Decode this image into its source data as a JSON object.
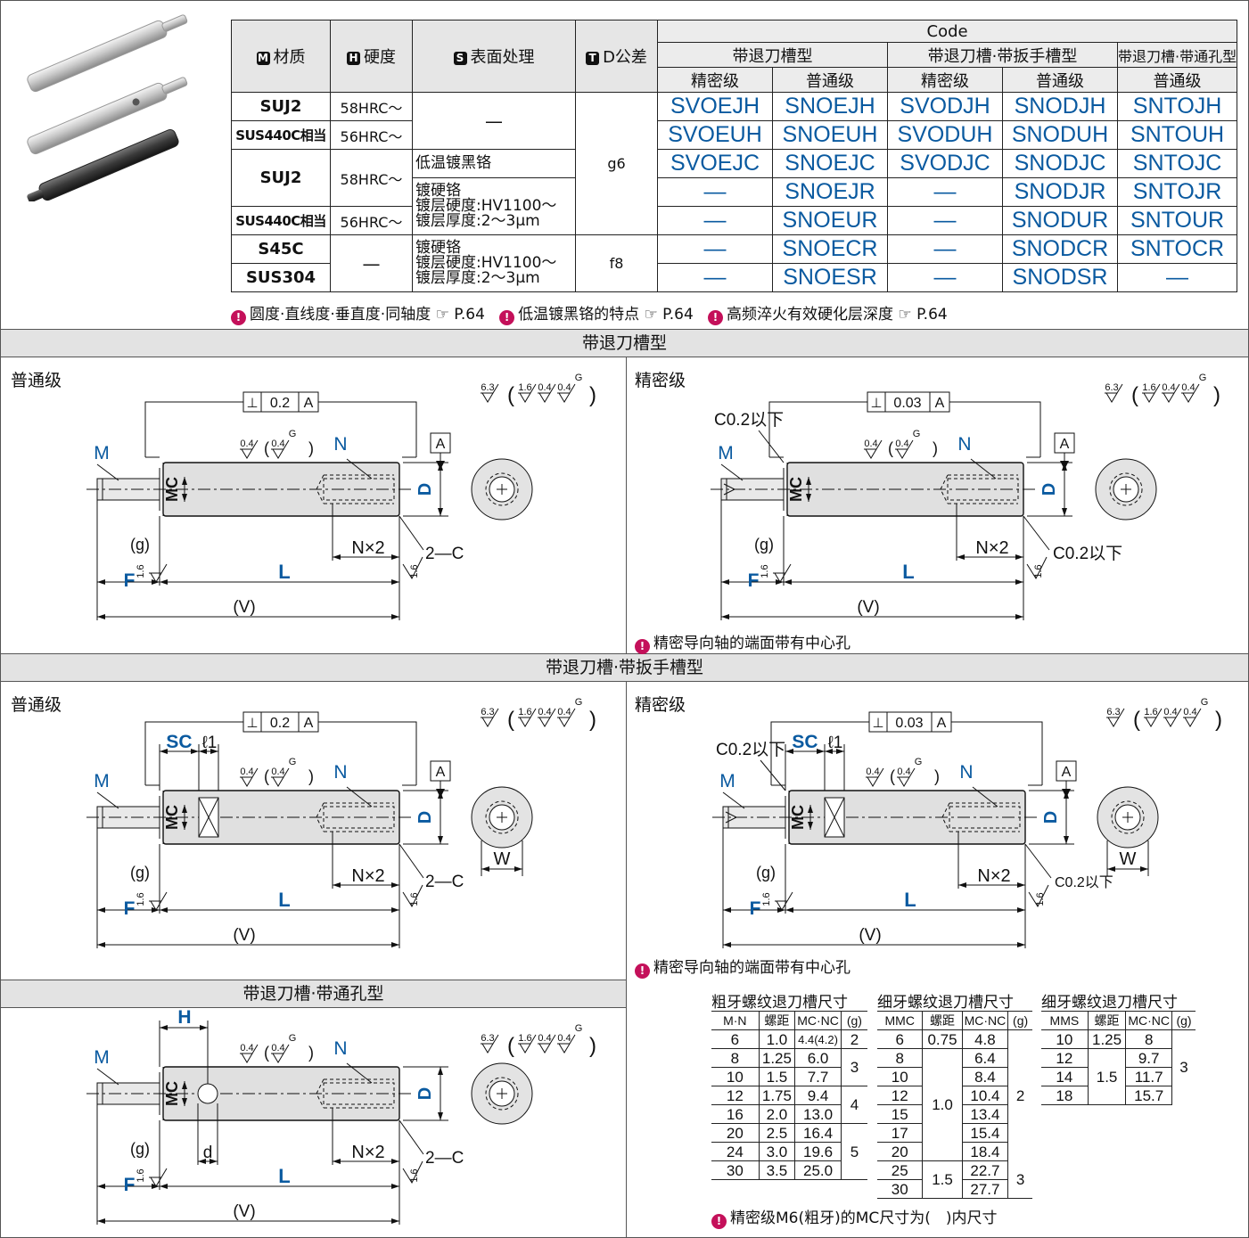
{
  "spec_table": {
    "headers": {
      "material": "材质",
      "hardness": "硬度",
      "surface": "表面处理",
      "tolerance": "D公差",
      "code": "Code",
      "mark_m": "M",
      "mark_h": "H",
      "mark_s": "S",
      "mark_t": "T",
      "types": [
        "带退刀槽型",
        "带退刀槽·带扳手槽型",
        "带退刀槽·带通孔型"
      ],
      "grades": [
        "精密级",
        "普通级",
        "精密级",
        "普通级",
        "普通级"
      ]
    },
    "rows": [
      {
        "material": "SUJ2",
        "hardness": "58HRC～",
        "codes": [
          "SVOEJH",
          "SNOEJH",
          "SVODJH",
          "SNODJH",
          "SNTOJH"
        ]
      },
      {
        "material": "SUS440C相当",
        "hardness": "56HRC～",
        "codes": [
          "SVOEUH",
          "SNOEUH",
          "SVODUH",
          "SNODUH",
          "SNTOUH"
        ]
      },
      {
        "material": "SUJ2",
        "hardness": "58HRC～",
        "codes": [
          "SVOEJC",
          "SNOEJC",
          "SVODJC",
          "SNODJC",
          "SNTOJC"
        ]
      },
      {
        "codes": [
          "—",
          "SNOEJR",
          "—",
          "SNODJR",
          "SNTOJR"
        ]
      },
      {
        "material": "SUS440C相当",
        "hardness": "56HRC～",
        "codes": [
          "—",
          "SNOEUR",
          "—",
          "SNODUR",
          "SNTOUR"
        ]
      },
      {
        "material": "S45C",
        "codes": [
          "—",
          "SNOECR",
          "—",
          "SNODCR",
          "SNTOCR"
        ]
      },
      {
        "material": "SUS304",
        "codes": [
          "—",
          "SNOESR",
          "—",
          "SNODSR",
          "—"
        ]
      }
    ],
    "surface_none": "—",
    "surface_black": "低温镀黑铬",
    "surface_hard": [
      "镀硬铬",
      "镀层硬度:HV1100～",
      "镀层厚度:2～3μm"
    ],
    "hard_none": "—",
    "tol_g6": "g6",
    "tol_f8": "f8"
  },
  "notes_top": [
    "圆度·直线度·垂直度·同轴度 ☞ P.64",
    "低温镀黑铬的特点 ☞ P.64",
    "高频淬火有效硬化层深度 ☞ P.64"
  ],
  "sections": {
    "s1": "带退刀槽型",
    "s2": "带退刀槽·带扳手槽型",
    "s3": "带退刀槽·带通孔型"
  },
  "panels": {
    "normal": "普通级",
    "precision": "精密级"
  },
  "note_center": "精密导向轴的端面带有中心孔",
  "labels": {
    "M": "M",
    "N": "N",
    "D": "D",
    "MC": "MC",
    "F": "F",
    "L": "L",
    "V": "(V)",
    "g": "(g)",
    "NX2": "N×2",
    "twoC": "2—C",
    "A": "A",
    "perp02": "0.2",
    "perp003": "0.03",
    "C02": "C0.2以下",
    "SC": "SC",
    "l1": "ℓ1",
    "W": "W",
    "H": "H",
    "d": "d",
    "r63": "6.3",
    "r16": "1.6",
    "r04": "0.4",
    "G": "G"
  },
  "thread_tables": {
    "coarse": {
      "title": "粗牙螺纹退刀槽尺寸",
      "head": [
        "M·N",
        "螺距",
        "MC·NC",
        "(g)"
      ],
      "rows": [
        [
          "6",
          "1.0",
          "4.4(4.2)"
        ],
        [
          "8",
          "1.25",
          "6.0"
        ],
        [
          "10",
          "1.5",
          "7.7"
        ],
        [
          "12",
          "1.75",
          "9.4"
        ],
        [
          "16",
          "2.0",
          "13.0"
        ],
        [
          "20",
          "2.5",
          "16.4"
        ],
        [
          "24",
          "3.0",
          "19.6"
        ],
        [
          "30",
          "3.5",
          "25.0"
        ]
      ],
      "g": [
        "2",
        "3",
        "4",
        "5"
      ]
    },
    "fine1": {
      "title": "细牙螺纹退刀槽尺寸",
      "head": [
        "MMC",
        "螺距",
        "MC·NC",
        "(g)"
      ],
      "mmc": [
        "6",
        "8",
        "10",
        "12",
        "15",
        "17",
        "20",
        "25",
        "30"
      ],
      "mc": [
        "4.8",
        "6.4",
        "8.4",
        "10.4",
        "13.4",
        "15.4",
        "18.4",
        "22.7",
        "27.7"
      ],
      "pitch": [
        "0.75",
        "1.0",
        "1.5"
      ],
      "g": [
        "2",
        "3"
      ]
    },
    "fine2": {
      "title": "细牙螺纹退刀槽尺寸",
      "head": [
        "MMS",
        "螺距",
        "MC·NC",
        "(g)"
      ],
      "mms": [
        "10",
        "12",
        "14",
        "18"
      ],
      "mc": [
        "8",
        "9.7",
        "11.7",
        "15.7"
      ],
      "pitch": [
        "1.25",
        "1.5"
      ],
      "g": [
        "3"
      ]
    }
  },
  "note_bottom": "精密级M6(粗牙)的MC尺寸为(　)内尺寸"
}
